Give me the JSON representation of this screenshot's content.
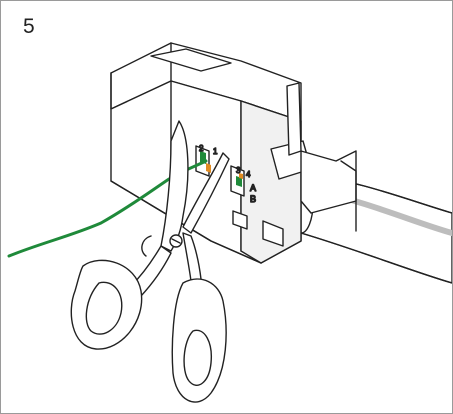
{
  "step": {
    "number": "5"
  },
  "connector": {
    "slot_labels": [
      "2",
      "1",
      "3",
      "4",
      "A",
      "B"
    ]
  },
  "colors": {
    "wire": "#1f8a3a",
    "wire_pair_orange": "#e08a20",
    "outline": "#222222",
    "fill": "#ffffff",
    "shade": "#cfcfcf"
  },
  "icons": {
    "scissors": "scissors-icon",
    "cable": "cable-icon",
    "connector": "keystone-connector-icon"
  }
}
